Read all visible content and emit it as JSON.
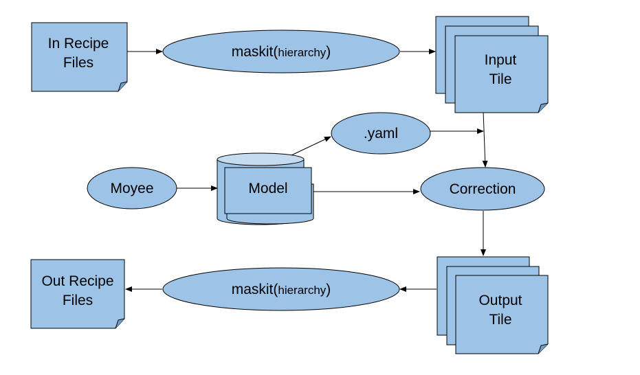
{
  "nodes": {
    "in_recipe": {
      "line1": "In Recipe",
      "line2": "Files"
    },
    "maskit_top": {
      "main": "maskit(",
      "small": "hierarchy",
      "close": ")"
    },
    "input_tile": {
      "line1": "Input",
      "line2": "Tile"
    },
    "yaml": {
      "label": ".yaml"
    },
    "moyee": {
      "label": "Moyee"
    },
    "model": {
      "label": "Model"
    },
    "correction": {
      "label": "Correction"
    },
    "output_tile": {
      "line1": "Output",
      "line2": "Tile"
    },
    "maskit_bottom": {
      "main": "maskit(",
      "small": "hierarchy",
      "close": ")"
    },
    "out_recipe": {
      "line1": "Out Recipe",
      "line2": "Files"
    }
  },
  "colors": {
    "shape_fill": "#9dc3e6",
    "cylinder_top": "#c5dcf0",
    "stroke": "#000000"
  }
}
